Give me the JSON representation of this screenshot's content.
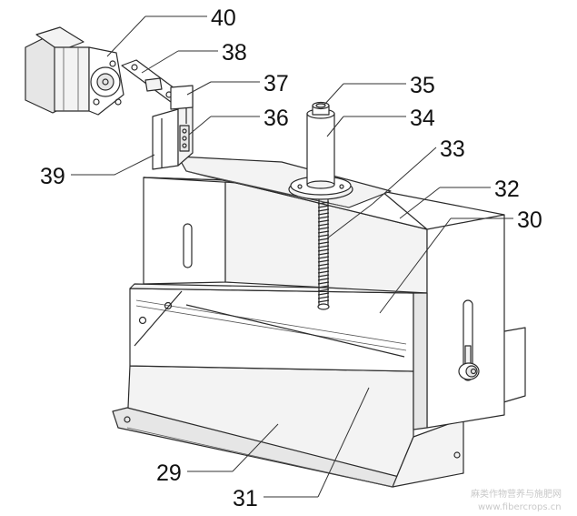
{
  "labels": {
    "l40": "40",
    "l38": "38",
    "l37": "37",
    "l35": "35",
    "l36": "36",
    "l34": "34",
    "l33": "33",
    "l32": "32",
    "l30": "30",
    "l39": "39",
    "l29": "29",
    "l31": "31"
  },
  "watermark": {
    "line1": "麻类作物营养与施肥网",
    "line2": "www.fibercrops.cn"
  }
}
